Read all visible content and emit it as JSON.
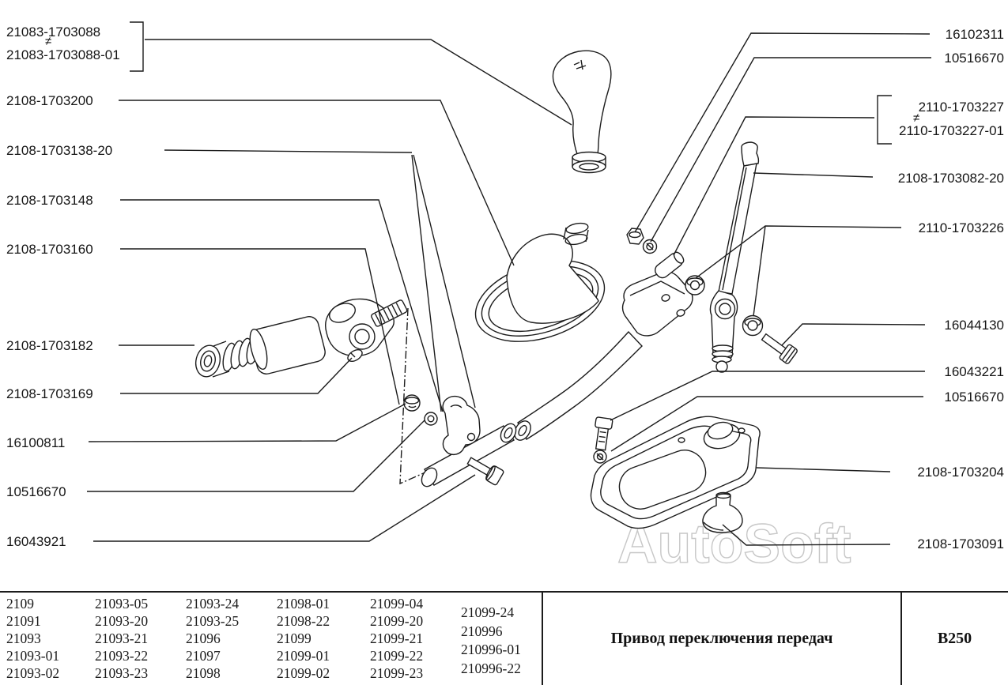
{
  "watermark": "AutoSoft",
  "symbols": {
    "not_equal": "≠"
  },
  "diagram": {
    "labels_left": [
      {
        "text": "21083-1703088"
      },
      {
        "text": "21083-1703088-01"
      },
      {
        "text": "2108-1703200"
      },
      {
        "text": "2108-1703138-20"
      },
      {
        "text": "2108-1703148"
      },
      {
        "text": "2108-1703160"
      },
      {
        "text": "2108-1703182"
      },
      {
        "text": "2108-1703169"
      },
      {
        "text": "16100811"
      },
      {
        "text": "10516670"
      },
      {
        "text": "16043921"
      }
    ],
    "labels_right": [
      {
        "text": "16102311"
      },
      {
        "text": "10516670"
      },
      {
        "text": "2110-1703227"
      },
      {
        "text": "2110-1703227-01"
      },
      {
        "text": "2108-1703082-20"
      },
      {
        "text": "2110-1703226"
      },
      {
        "text": "16044130"
      },
      {
        "text": "16043221"
      },
      {
        "text": "10516670"
      },
      {
        "text": "2108-1703204"
      },
      {
        "text": "2108-1703091"
      }
    ]
  },
  "table": {
    "columns": [
      {
        "items": [
          "2109",
          "21091",
          "21093",
          "21093-01",
          "21093-02"
        ]
      },
      {
        "items": [
          "21093-05",
          "21093-20",
          "21093-21",
          "21093-22",
          "21093-23"
        ]
      },
      {
        "items": [
          "21093-24",
          "21093-25",
          "21096",
          "21097",
          "21098"
        ]
      },
      {
        "items": [
          "21098-01",
          "21098-22",
          "21099",
          "21099-01",
          "21099-02"
        ]
      },
      {
        "items": [
          "21099-04",
          "21099-20",
          "21099-21",
          "21099-22",
          "21099-23"
        ]
      },
      {
        "items": [
          "21099-24",
          "210996",
          "210996-01",
          "210996-22"
        ]
      }
    ],
    "title": "Привод переключения передач",
    "code": "B250"
  }
}
